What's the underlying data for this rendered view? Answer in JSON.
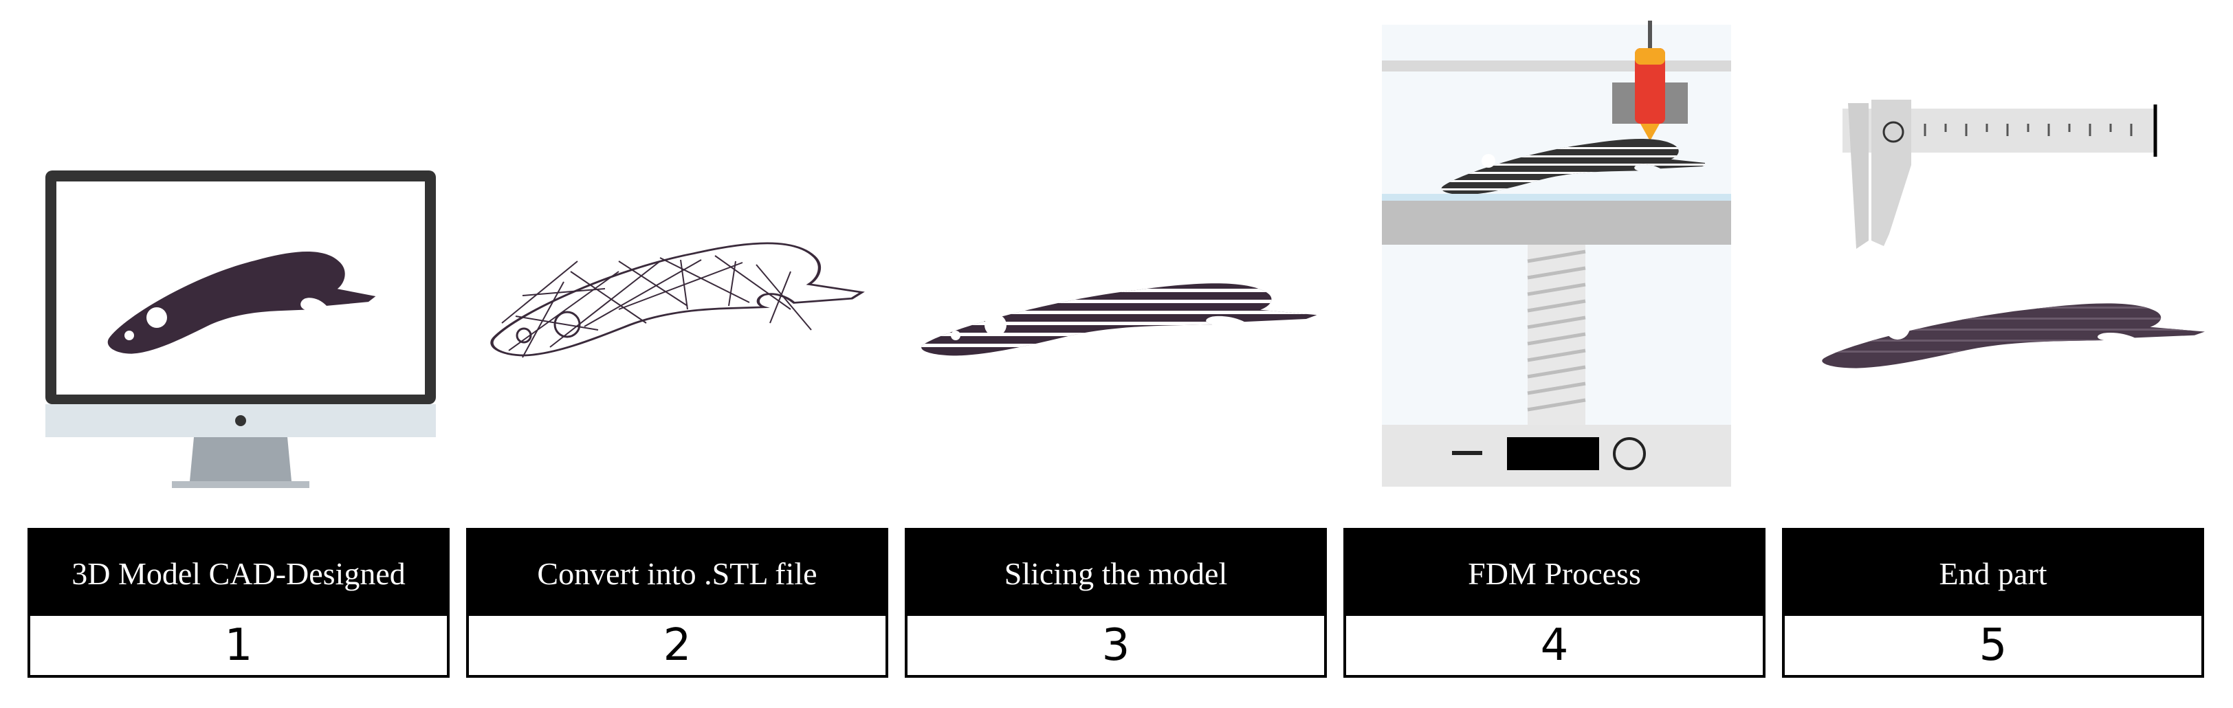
{
  "colors": {
    "part": "#3a2a3b",
    "header": "#000000",
    "screen_bezel": "#333333",
    "chin": "#dde5ea",
    "stand": "#9ea6ad",
    "bed": "#bfbfbf",
    "glass": "#cfe6f2",
    "nozzle": "#f5a623",
    "heater": "#e63b2e"
  },
  "steps": [
    {
      "label": "3D Model CAD-Designed",
      "number": "1",
      "icon": "monitor-icon"
    },
    {
      "label": "Convert into .STL file",
      "number": "2",
      "icon": "stl-mesh-icon"
    },
    {
      "label": "Slicing the model",
      "number": "3",
      "icon": "sliced-part-icon"
    },
    {
      "label": "FDM Process",
      "number": "4",
      "icon": "fdm-printer-icon"
    },
    {
      "label": "End part",
      "number": "5",
      "icon": "caliper-part-icon"
    }
  ]
}
